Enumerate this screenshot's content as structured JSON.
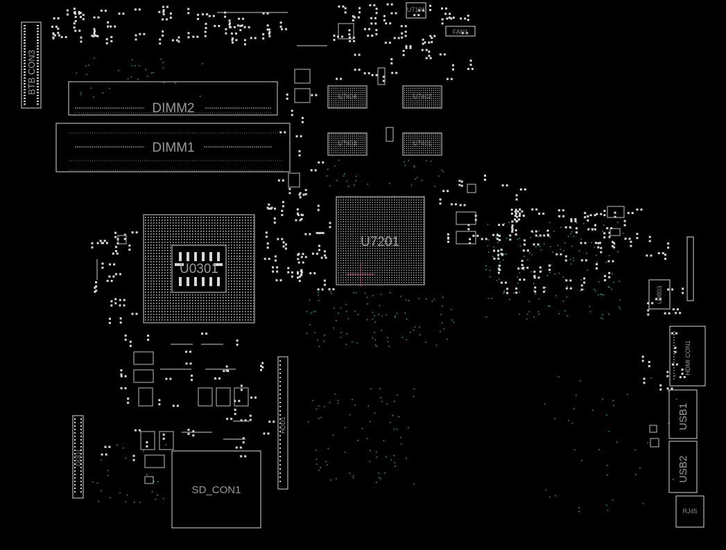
{
  "view": {
    "background": "#000000",
    "outline_color": "#d8d8d8",
    "label_color": "#9a9a9a",
    "via_color": "#2f9e6a",
    "marker_color": "#b04a7a"
  },
  "components": {
    "dimm2": "DIMM2",
    "dimm1": "DIMM1",
    "u0301": "U0301",
    "u7201": "U7201",
    "u7404": "U7404",
    "u7402": "U7402",
    "u7403": "U7403",
    "u7401": "U7401",
    "btb_con3": "BTB CON3",
    "fan1": "FAN1",
    "hdmi_con1": "HDMI CON1",
    "usb1": "USB1",
    "usb2": "USB2",
    "sd_con1": "SD_CON1",
    "hdd1": "HDD1",
    "odd1": "ODD1",
    "u7101": "U7101",
    "u9803": "U9803",
    "rj45": "RJ45"
  }
}
